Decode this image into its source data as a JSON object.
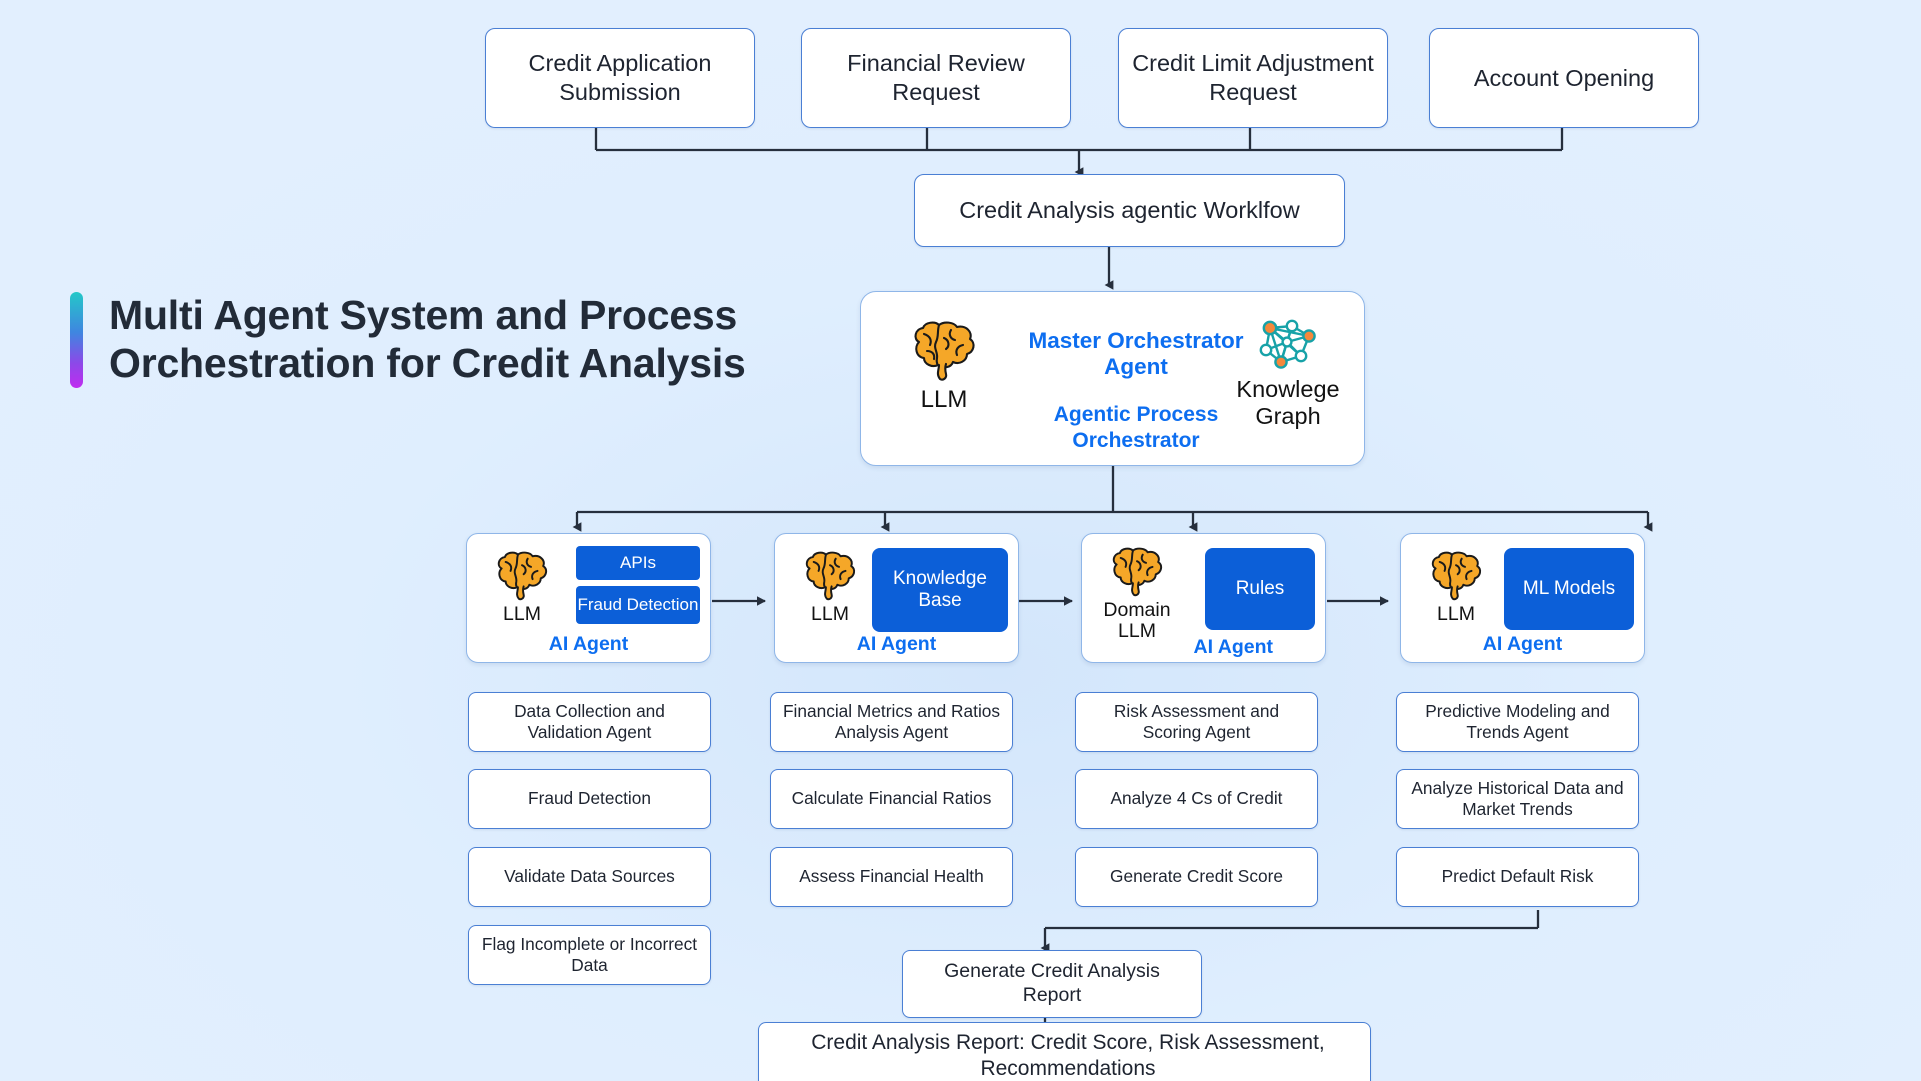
{
  "title": {
    "text": "Multi Agent System and Process\nOrchestration for Credit Analysis",
    "accent_gradient": [
      "#24c8c8",
      "#3f86e0",
      "#8c49e8",
      "#c02cf0"
    ]
  },
  "colors": {
    "background": "#dfeefe",
    "node_border": "#4a7fd4",
    "card_border": "#8fb6e8",
    "accent_blue": "#0d6ef0",
    "chip_blue": "#0c5fd8",
    "connector": "#262f3d",
    "brain_orange": "#f5a728",
    "kg_teal": "#17a2a8",
    "kg_node_orange": "#f5883b"
  },
  "triggers": [
    {
      "label": "Credit Application Submission"
    },
    {
      "label": "Financial Review Request"
    },
    {
      "label": "Credit Limit Adjustment Request"
    },
    {
      "label": "Account Opening"
    }
  ],
  "workflow": {
    "label": "Credit Analysis agentic Worklfow"
  },
  "orchestrator": {
    "llm_label": "LLM",
    "llm_icon": "brain-icon",
    "title": "Master Orchestrator Agent",
    "subtitle": "Agentic Process Orchestrator",
    "kg_icon": "knowledge-graph-icon",
    "kg_label": "Knowlege Graph"
  },
  "agents": [
    {
      "llm_label": "LLM",
      "llm_icon": "brain-icon",
      "chips": [
        "APIs",
        "Fraud Detection"
      ],
      "role": "AI Agent",
      "tasks": [
        "Data Collection and Validation Agent",
        "Fraud Detection",
        "Validate Data Sources",
        "Flag Incomplete or Incorrect Data"
      ]
    },
    {
      "llm_label": "LLM",
      "llm_icon": "brain-icon",
      "chips": [
        "Knowledge Base"
      ],
      "role": "AI Agent",
      "tasks": [
        "Financial Metrics and Ratios Analysis Agent",
        "Calculate Financial Ratios",
        "Assess Financial Health"
      ]
    },
    {
      "llm_label": "Domain LLM",
      "llm_icon": "brain-icon",
      "chips": [
        "Rules"
      ],
      "role": "AI Agent",
      "tasks": [
        "Risk Assessment and Scoring Agent",
        "Analyze 4 Cs of Credit",
        "Generate Credit Score"
      ]
    },
    {
      "llm_label": "LLM",
      "llm_icon": "brain-icon",
      "chips": [
        "ML Models"
      ],
      "role": "AI Agent",
      "tasks": [
        "Predictive Modeling and Trends Agent",
        "Analyze Historical Data and Market Trends",
        "Predict Default Risk"
      ]
    }
  ],
  "report_step": {
    "label": "Generate Credit Analysis Report"
  },
  "final_output": {
    "label": "Credit Analysis Report: Credit Score, Risk Assessment, Recommendations"
  }
}
